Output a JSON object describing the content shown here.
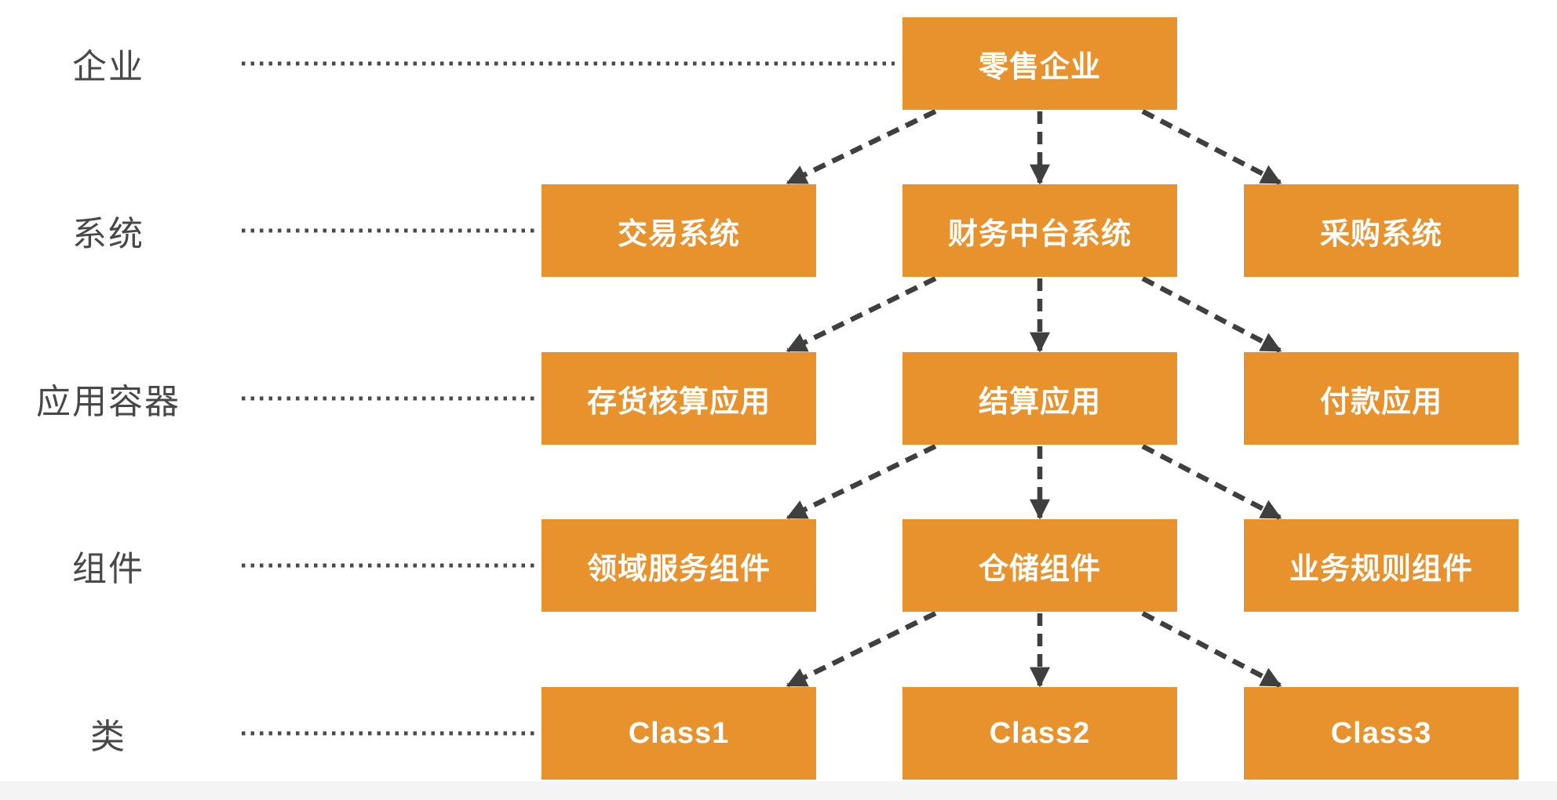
{
  "colors": {
    "node_fill": "#E8922D",
    "node_text": "#FFFFFF",
    "connector": "#3F3F3F",
    "leader": "#4A4A4A",
    "label_text": "#484848",
    "footer_strip": "#F4F4F4"
  },
  "layers": [
    {
      "label": "企业",
      "nodes": [
        {
          "text": "零售企业",
          "col": 2
        }
      ]
    },
    {
      "label": "系统",
      "nodes": [
        {
          "text": "交易系统",
          "col": 1
        },
        {
          "text": "财务中台系统",
          "col": 2
        },
        {
          "text": "采购系统",
          "col": 3
        }
      ]
    },
    {
      "label": "应用容器",
      "nodes": [
        {
          "text": "存货核算应用",
          "col": 1
        },
        {
          "text": "结算应用",
          "col": 2
        },
        {
          "text": "付款应用",
          "col": 3
        }
      ]
    },
    {
      "label": "组件",
      "nodes": [
        {
          "text": "领域服务组件",
          "col": 1
        },
        {
          "text": "仓储组件",
          "col": 2
        },
        {
          "text": "业务规则组件",
          "col": 3
        }
      ]
    },
    {
      "label": "类",
      "nodes": [
        {
          "text": "Class1",
          "col": 1
        },
        {
          "text": "Class2",
          "col": 2
        },
        {
          "text": "Class3",
          "col": 3
        }
      ]
    }
  ],
  "connections": [
    {
      "from_level": 0,
      "from_col": 2,
      "to_level": 1,
      "to_col": 1
    },
    {
      "from_level": 0,
      "from_col": 2,
      "to_level": 1,
      "to_col": 2
    },
    {
      "from_level": 0,
      "from_col": 2,
      "to_level": 1,
      "to_col": 3
    },
    {
      "from_level": 1,
      "from_col": 2,
      "to_level": 2,
      "to_col": 1
    },
    {
      "from_level": 1,
      "from_col": 2,
      "to_level": 2,
      "to_col": 2
    },
    {
      "from_level": 1,
      "from_col": 2,
      "to_level": 2,
      "to_col": 3
    },
    {
      "from_level": 2,
      "from_col": 2,
      "to_level": 3,
      "to_col": 1
    },
    {
      "from_level": 2,
      "from_col": 2,
      "to_level": 3,
      "to_col": 2
    },
    {
      "from_level": 2,
      "from_col": 2,
      "to_level": 3,
      "to_col": 3
    },
    {
      "from_level": 3,
      "from_col": 2,
      "to_level": 4,
      "to_col": 1
    },
    {
      "from_level": 3,
      "from_col": 2,
      "to_level": 4,
      "to_col": 2
    },
    {
      "from_level": 3,
      "from_col": 2,
      "to_level": 4,
      "to_col": 3
    }
  ]
}
